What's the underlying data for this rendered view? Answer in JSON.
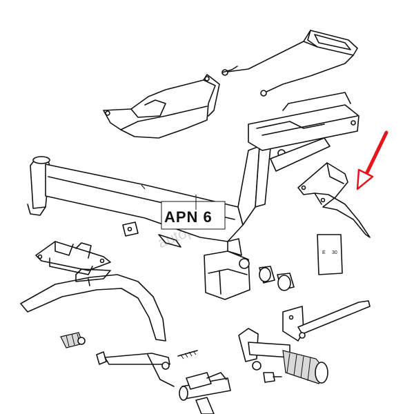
{
  "diagram": {
    "model_label": "APN 6",
    "watermark": "autopiezas.net",
    "plate_mark_left": "E",
    "plate_mark_right": "30",
    "arrow_color": "#e8141c",
    "line_color": "#111111",
    "background": "#ffffff"
  }
}
